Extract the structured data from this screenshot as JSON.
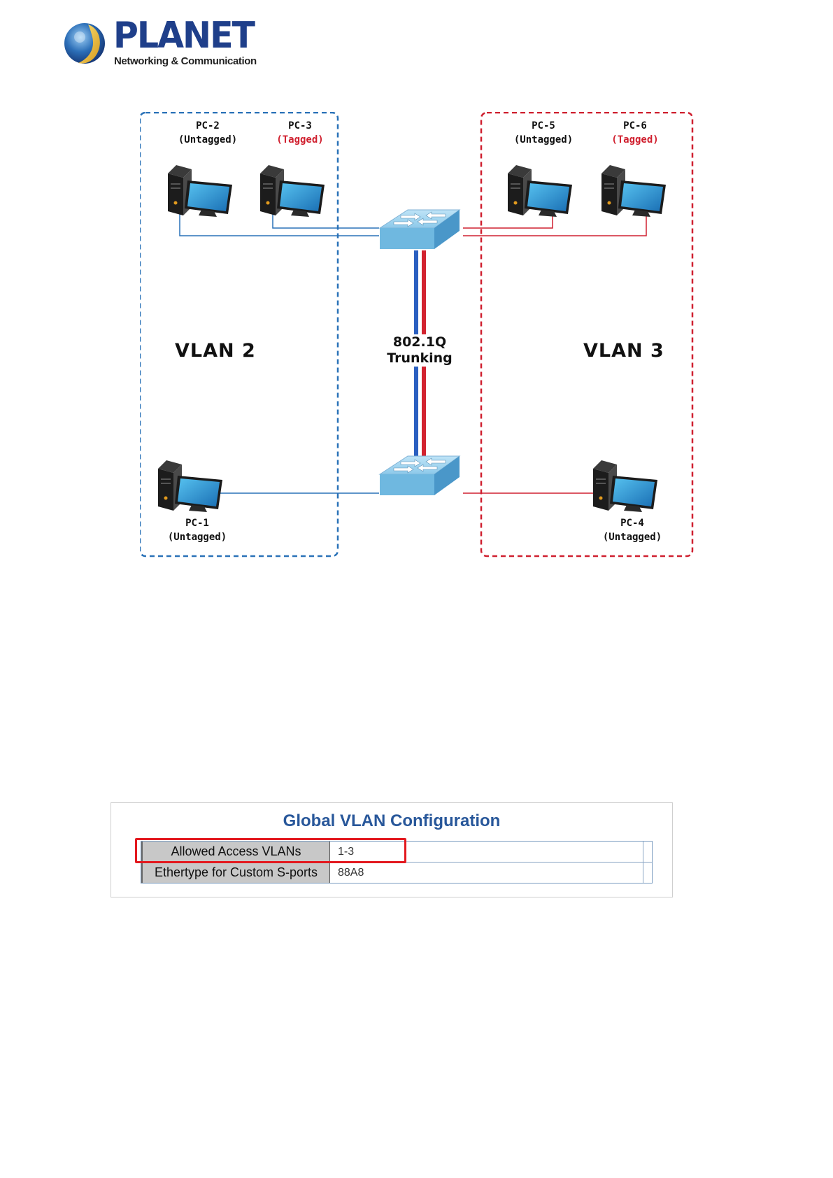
{
  "logo": {
    "brand": "PLANET",
    "tagline": "Networking & Communication"
  },
  "diagram": {
    "pc2": {
      "name": "PC-2",
      "tag": "(Untagged)"
    },
    "pc3": {
      "name": "PC-3",
      "tag": "(Tagged)"
    },
    "pc5": {
      "name": "PC-5",
      "tag": "(Untagged)"
    },
    "pc6": {
      "name": "PC-6",
      "tag": "(Tagged)"
    },
    "pc1": {
      "name": "PC-1",
      "tag": "(Untagged)"
    },
    "pc4": {
      "name": "PC-4",
      "tag": "(Untagged)"
    },
    "vlan_left": "VLAN 2",
    "vlan_right": "VLAN 3",
    "trunk_line1": "802.1Q",
    "trunk_line2": "Trunking",
    "colors": {
      "vlan2": "#2a72b8",
      "vlan3": "#cf2030",
      "tagged_text": "#d0202f"
    }
  },
  "config": {
    "title": "Global VLAN Configuration",
    "rows": [
      {
        "label": "Allowed Access VLANs",
        "value": "1-3"
      },
      {
        "label": "Ethertype for Custom S-ports",
        "value": "88A8"
      }
    ]
  }
}
